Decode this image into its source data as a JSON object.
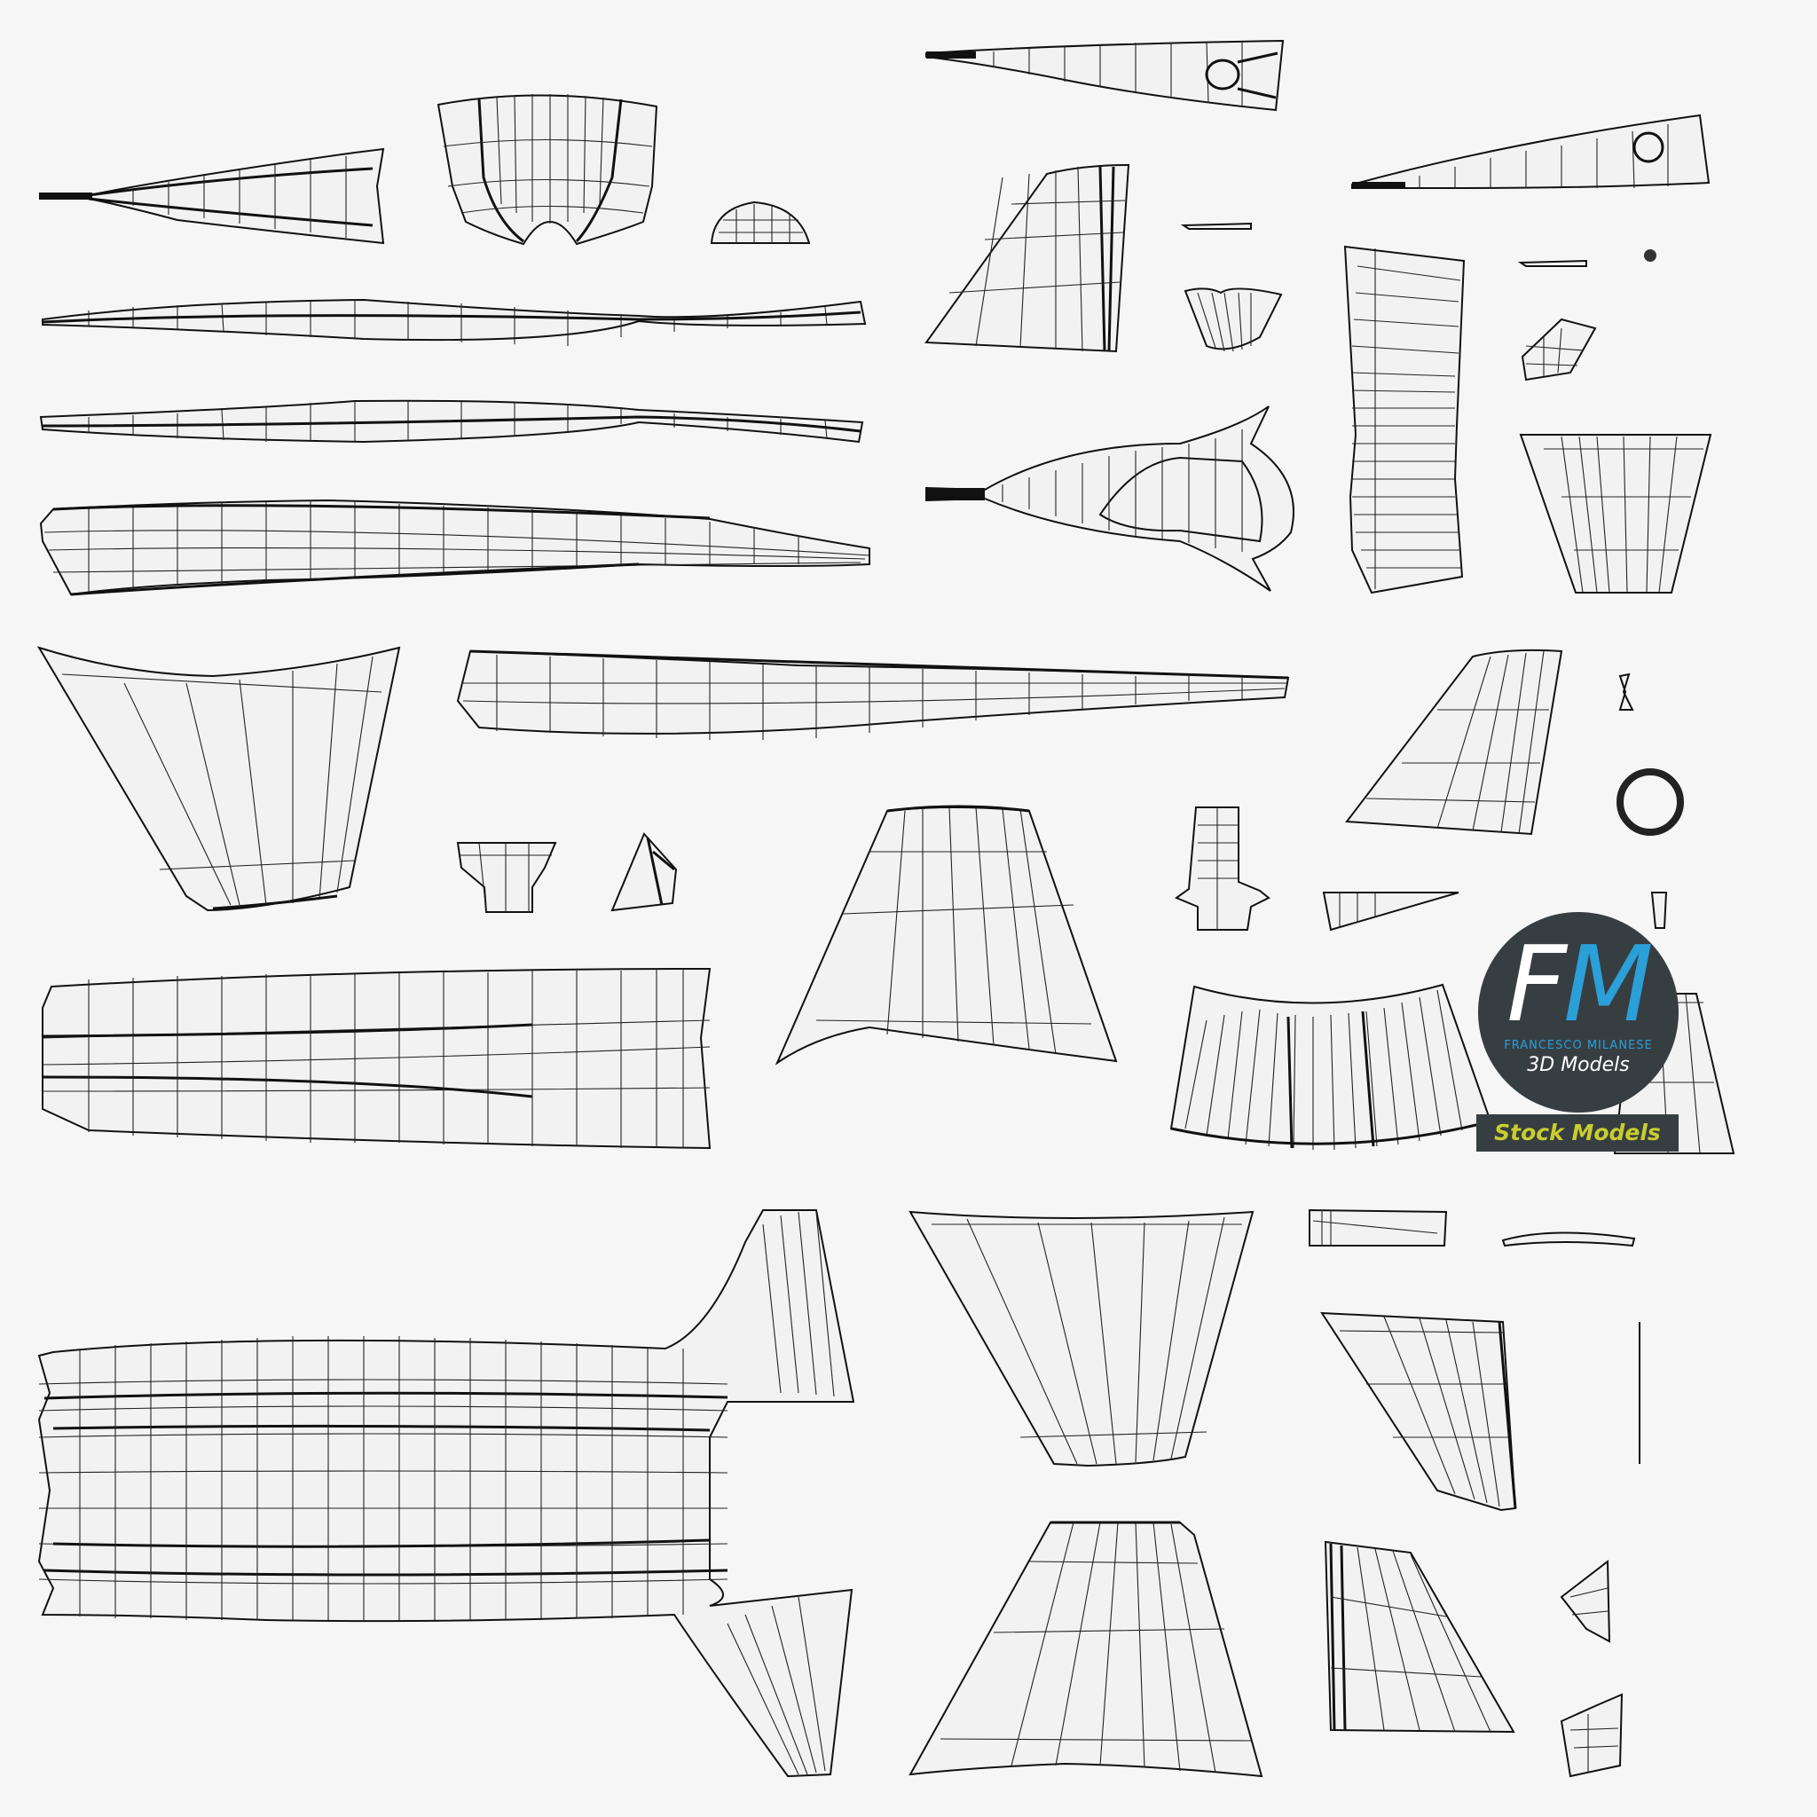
{
  "canvas": {
    "background": "#f6f6f6",
    "wire_color": "#111111",
    "description": "UV layout wireframe"
  },
  "logo": {
    "letter_f": "F",
    "letter_m": "M",
    "name": "FRANCESCO MILANESE",
    "subtitle": "3D Models",
    "banner": "Stock Models",
    "colors": {
      "circle": "#373e42",
      "f": "#ffffff",
      "m": "#2a9fd8",
      "name": "#2a9fd8",
      "banner_text": "#c9cd2e"
    }
  },
  "uv_islands": [
    {
      "id": "nose-cone-left"
    },
    {
      "id": "cowling-top"
    },
    {
      "id": "canopy-small"
    },
    {
      "id": "fuselage-strip-1"
    },
    {
      "id": "fuselage-strip-2"
    },
    {
      "id": "fuselage-strip-3"
    },
    {
      "id": "nose-cone-top"
    },
    {
      "id": "nose-cone-right"
    },
    {
      "id": "vertical-fin-1"
    },
    {
      "id": "tail-yoke"
    },
    {
      "id": "side-panel-vertical"
    },
    {
      "id": "tapered-panel-right"
    },
    {
      "id": "wing-panel-left"
    },
    {
      "id": "fuselage-strip-4"
    },
    {
      "id": "vertical-fin-2"
    },
    {
      "id": "ring"
    },
    {
      "id": "tapered-panel-center"
    },
    {
      "id": "fuselage-large"
    },
    {
      "id": "curved-skirt"
    },
    {
      "id": "tapered-panel-far-right"
    },
    {
      "id": "main-body-with-wings"
    },
    {
      "id": "tapered-panel-lower-1"
    },
    {
      "id": "tapered-panel-lower-2"
    },
    {
      "id": "fin-lower-1"
    },
    {
      "id": "fin-lower-2"
    },
    {
      "id": "small-pieces"
    }
  ]
}
